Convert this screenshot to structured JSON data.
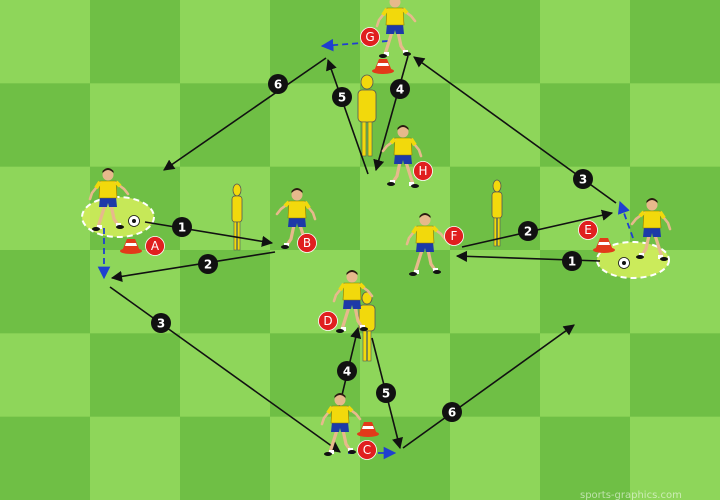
{
  "colors": {
    "grass_light": "#8ed65a",
    "grass_dark": "#6fbf45",
    "pass_arrow": "#111111",
    "run_arrow": "#1f3fd0",
    "player_shirt": "#f2d90c",
    "player_shorts": "#1d3aa8",
    "label_red": "#e01f1f",
    "cone": "#e23a1a",
    "mannequin": "#f2d90c",
    "zone_fill": "#d6ef5c"
  },
  "players": [
    {
      "id": "A",
      "label": "A",
      "icon": "player-with-ball"
    },
    {
      "id": "B",
      "label": "B",
      "icon": "player"
    },
    {
      "id": "C",
      "label": "C",
      "icon": "player"
    },
    {
      "id": "D",
      "label": "D",
      "icon": "player"
    },
    {
      "id": "E",
      "label": "E",
      "icon": "player-with-ball"
    },
    {
      "id": "F",
      "label": "F",
      "icon": "player"
    },
    {
      "id": "G",
      "label": "G",
      "icon": "player"
    },
    {
      "id": "H",
      "label": "H",
      "icon": "player"
    }
  ],
  "steps": [
    {
      "number": "1",
      "type": "pass",
      "from": "A",
      "to": "B"
    },
    {
      "number": "2",
      "type": "pass",
      "from": "B",
      "to": "A"
    },
    {
      "number": "3",
      "type": "pass",
      "from": "A",
      "to": "C"
    },
    {
      "number": "4",
      "type": "pass",
      "from": "C",
      "to": "D"
    },
    {
      "number": "5",
      "type": "pass",
      "from": "D",
      "to": "C"
    },
    {
      "number": "6",
      "type": "pass",
      "from": "C",
      "to": "E"
    },
    {
      "number": "1",
      "type": "pass",
      "from": "E",
      "to": "F"
    },
    {
      "number": "2",
      "type": "pass",
      "from": "F",
      "to": "E"
    },
    {
      "number": "3",
      "type": "pass",
      "from": "E",
      "to": "G"
    },
    {
      "number": "4",
      "type": "pass",
      "from": "G",
      "to": "H"
    },
    {
      "number": "5",
      "type": "pass",
      "from": "H",
      "to": "G"
    },
    {
      "number": "6",
      "type": "pass",
      "from": "G",
      "to": "A"
    }
  ],
  "watermark": "sports-graphics.com"
}
